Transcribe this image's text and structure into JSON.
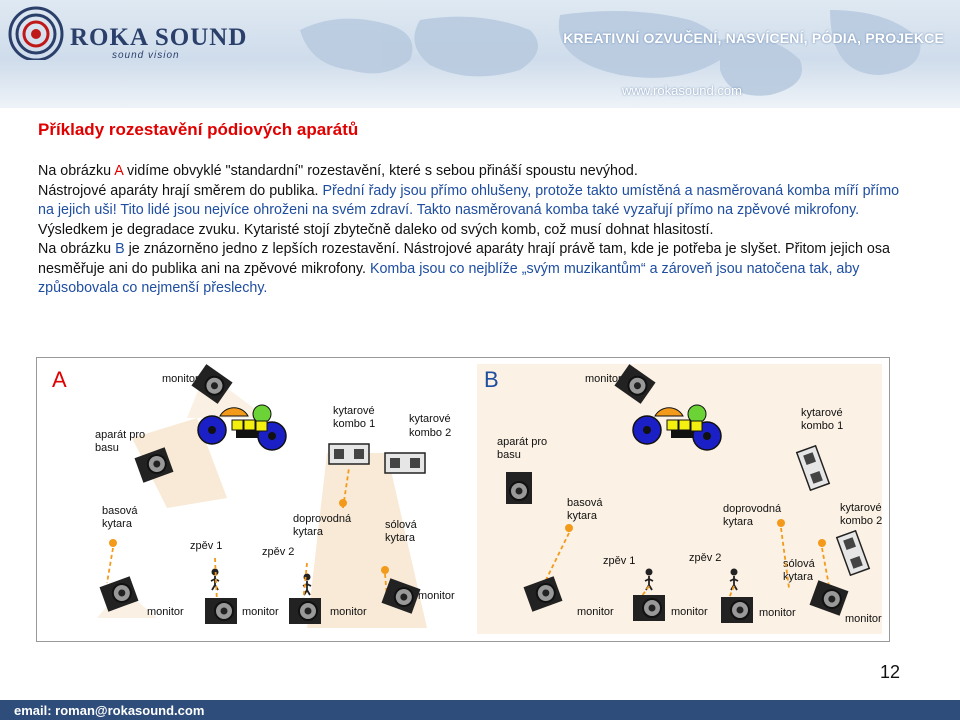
{
  "header": {
    "logo_main": "ROKA SOUND",
    "logo_sub": "sound vision",
    "tagline": "KREATIVNÍ  OZVUČENÍ, NASVÍCENÍ, PÓDIA, PROJEKCE",
    "url": "www.rokasound.com"
  },
  "title": "Příklady rozestavění pódiových aparátů",
  "paragraph1": {
    "p1_a": "Na obrázku ",
    "p1_letter": "A",
    "p1_b": " vidíme obvyklé \"standardní\" rozestavění, které s sebou přináší spoustu nevýhod.",
    "p2": "Nástrojové aparáty hrají směrem do publika. ",
    "p2_blue": "Přední řady jsou přímo ohlušeny, protože takto umístěná a nasměrovaná komba míří přímo na jejich uši! Tito lidé jsou nejvíce ohroženi na svém zdraví. Takto nasměrovaná komba také vyzařují přímo na zpěvové mikrofony.",
    "p2_c": " Výsledkem je degradace zvuku. Kytaristé stojí zbytečně daleko od svých komb, což musí dohnat hlasitostí."
  },
  "paragraph2": {
    "a": "Na obrázku ",
    "letter": "B",
    "b": " je znázorněno jedno z lepších rozestavění. Nástrojové aparáty hrají právě tam, kde je potřeba je slyšet. Přitom jejich osa nesměřuje ani do publika ani na zpěvové mikrofony. ",
    "blue": "Komba jsou co nejblíže „svým muzikantům“ a zároveň jsou natočena tak, aby způsobovala co nejmenší přeslechy."
  },
  "figure": {
    "a": {
      "letter": "A",
      "monitor_top": "monitor",
      "bass_amp": [
        "aparát pro",
        "basu"
      ],
      "combo1": [
        "kytarové",
        "kombo 1"
      ],
      "combo2": [
        "kytarové",
        "kombo 2"
      ],
      "bass_guitar": [
        "basová",
        "kytara"
      ],
      "vocal1": "zpěv 1",
      "vocal2": "zpěv 2",
      "rhythm": [
        "doprovodná",
        "kytara"
      ],
      "solo": [
        "sólová",
        "kytara"
      ],
      "monitors_bottom": [
        "monitor",
        "monitor",
        "monitor",
        "monitor"
      ]
    },
    "b": {
      "letter": "B",
      "monitor_top": "monitor",
      "bass_amp": [
        "aparát pro",
        "basu"
      ],
      "combo1": [
        "kytarové",
        "kombo 1"
      ],
      "combo2": [
        "kytarové",
        "kombo 2"
      ],
      "bass_guitar": [
        "basová",
        "kytara"
      ],
      "vocal1": "zpěv 1",
      "vocal2": "zpěv 2",
      "rhythm": [
        "doprovodná",
        "kytara"
      ],
      "solo": [
        "sólová",
        "kytara"
      ],
      "monitors_bottom": [
        "monitor",
        "monitor",
        "monitor",
        "monitor"
      ]
    }
  },
  "colors": {
    "accent_red": "#e00000",
    "accent_blue": "#1f4ea0",
    "footer": "#2e4d7a",
    "beam": "#f7e8d2"
  },
  "page_number": "12",
  "footer_email": "email: roman@rokasound.com"
}
